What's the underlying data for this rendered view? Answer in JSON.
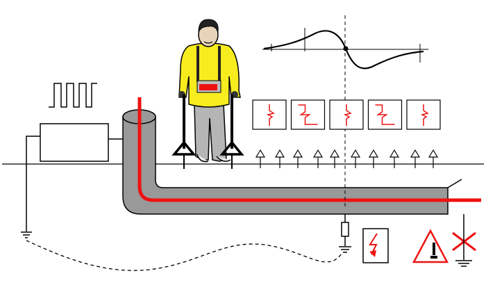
{
  "diagram": {
    "kind": "cable-fault-location-schematic",
    "colors": {
      "conductor": "#ee1111",
      "sheath": "#999999",
      "outline": "#000000",
      "jacket": "#f7ec1e",
      "trousers": "#b5b5b5",
      "hair": "#222222",
      "instrument_panel": "#bdbdbd",
      "instrument_display": "#ee1111",
      "warning": "#ee1111"
    },
    "signal_waveform": "square-wave",
    "sensor_panels": [
      {
        "id": 1,
        "trace": "pulse-up"
      },
      {
        "id": 2,
        "trace": "pulse-mixed"
      },
      {
        "id": 3,
        "trace": "pulse-up"
      },
      {
        "id": 4,
        "trace": "pulse-mixed"
      },
      {
        "id": 5,
        "trace": "pulse-up"
      }
    ],
    "icons": [
      "generator-box",
      "square-wave-icon",
      "operator-figure",
      "a-frame-probe",
      "ground-symbol",
      "surge-arrester",
      "lightning-bolt-icon",
      "warning-triangle-icon",
      "x-mark-icon"
    ]
  }
}
